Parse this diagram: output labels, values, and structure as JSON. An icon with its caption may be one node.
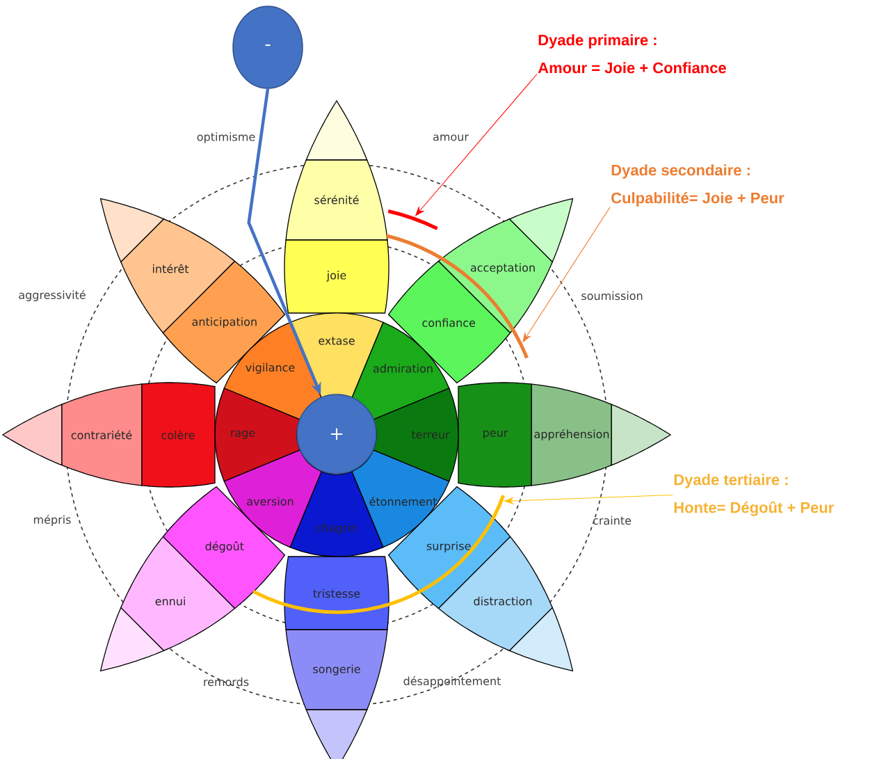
{
  "diagram": {
    "nodes": [
      {
        "text": [
          "-"
        ]
      },
      {
        "text": [
          "Dyade primaire :",
          "Amour = Joie + Confiance"
        ]
      },
      {
        "text": [
          "sérénité"
        ]
      },
      {
        "text": [
          "joie"
        ]
      },
      {
        "text": [
          "extase"
        ]
      },
      {
        "text": [
          "intérêt"
        ]
      },
      {
        "text": [
          "anticipation"
        ]
      },
      {
        "text": [
          "vigilance"
        ]
      },
      {
        "text": [
          "acceptation"
        ]
      },
      {
        "text": [
          "confiance"
        ]
      },
      {
        "text": [
          "admiration"
        ]
      },
      {
        "text": [],
        "shape": "arc"
      },
      {
        "text": [
          "Dyade secondaire :",
          "Culpabilité= Joie + Peur"
        ]
      },
      {
        "text": [],
        "shape": "arc"
      },
      {
        "text": [
          "contrariété"
        ]
      },
      {
        "text": [
          "colère"
        ]
      },
      {
        "text": [
          "rage"
        ]
      },
      {
        "text": [
          "+"
        ]
      },
      {
        "text": [
          "terreur"
        ]
      },
      {
        "text": [
          "peur"
        ]
      },
      {
        "text": [
          "appréhension"
        ]
      },
      {
        "text": [
          "aversion"
        ]
      },
      {
        "text": [
          "étonnement"
        ]
      },
      {
        "text": [
          "dégoût"
        ]
      },
      {
        "text": [
          "chagrin"
        ]
      },
      {
        "text": [
          "surprise"
        ]
      },
      {
        "text": [
          "ennui"
        ]
      },
      {
        "text": [
          "tristesse"
        ]
      },
      {
        "text": [
          "distraction"
        ]
      },
      {
        "text": [],
        "shape": "arc"
      },
      {
        "text": [
          "Dyade tertiaire :",
          "Honte= Dégoût + Peur"
        ]
      },
      {
        "text": [
          "songerie"
        ]
      }
    ],
    "edges": [
      {
        "from": 0,
        "to": 17,
        "arrow": "to",
        "style": "thick",
        "color": "#4472c4"
      },
      {
        "from": 1,
        "to": 11,
        "arrow": "to",
        "color": "#ff0000"
      },
      {
        "from": 12,
        "to": 13,
        "arrow": "to",
        "color": "#ed7d31"
      },
      {
        "from": 30,
        "to": 29,
        "arrow": "to",
        "color": "#ffc000"
      }
    ],
    "labels": [
      "optimisme",
      "amour",
      "aggressivité",
      "soumission",
      "mépris",
      "crainte",
      "remords",
      "désappointement"
    ]
  }
}
